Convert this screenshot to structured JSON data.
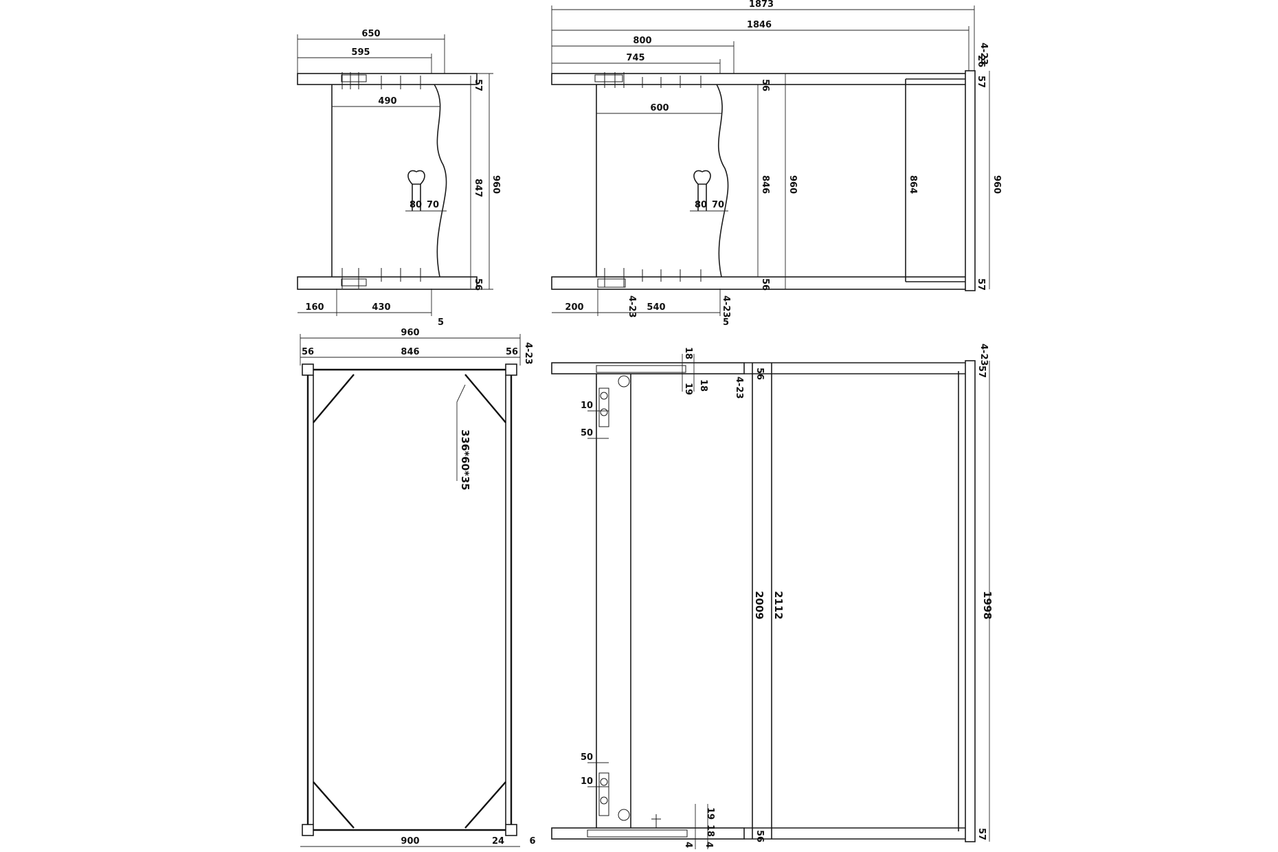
{
  "views": {
    "side_view_small": {
      "dims": {
        "w650": "650",
        "w595": "595",
        "w490": "490",
        "h57": "57",
        "h847": "847",
        "h960": "960",
        "w80": "80",
        "w70": "70",
        "h56": "56",
        "w160": "160",
        "w430": "430",
        "s5": "5"
      }
    },
    "side_view_extended": {
      "dims": {
        "w1873": "1873",
        "w1846": "1846",
        "w800": "800",
        "w745": "745",
        "w600": "600",
        "h56a": "56",
        "h846": "846",
        "h960": "960",
        "h864": "864",
        "h960b": "960",
        "w80": "80",
        "w70": "70",
        "h56b": "56",
        "w200": "200",
        "w540": "540",
        "c423a": "4-23",
        "c423b": "4-23",
        "c423c": "4-23",
        "s5": "5",
        "h26": "26",
        "h57a": "57",
        "h57b": "57"
      }
    },
    "plan_view": {
      "dims": {
        "w960": "960",
        "w56a": "56",
        "w846": "846",
        "w56b": "56",
        "c423": "4-23",
        "brace": "336*60*35",
        "w900": "900",
        "w24": "24",
        "w6": "6"
      }
    },
    "top_view_extended": {
      "dims": {
        "d18a": "18",
        "d18b": "18",
        "d19a": "19",
        "c423a": "4-23",
        "c423b": "4-23",
        "h56a": "56",
        "h57a": "57",
        "w10a": "10",
        "w50a": "50",
        "h2009": "2009",
        "h2112": "2112",
        "h1998": "1998",
        "w50b": "50",
        "w10b": "10",
        "d19b": "19",
        "d18c": "18",
        "h56b": "56",
        "h57b": "57",
        "d4a": "4",
        "d4b": "4"
      }
    }
  }
}
